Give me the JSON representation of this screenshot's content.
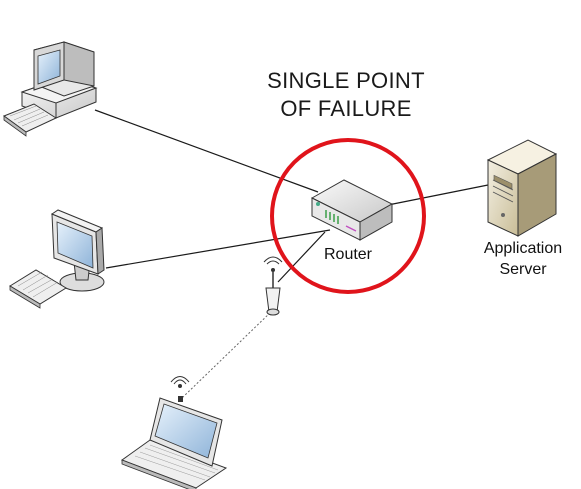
{
  "title": {
    "line1": "SINGLE POINT",
    "line2": "OF FAILURE"
  },
  "router": {
    "label": "Router"
  },
  "server": {
    "label_line1": "Application",
    "label_line2": "Server"
  },
  "colors": {
    "highlight_circle": "#e0141b",
    "link": "#1a1a1a",
    "wireless_link": "#555555"
  }
}
